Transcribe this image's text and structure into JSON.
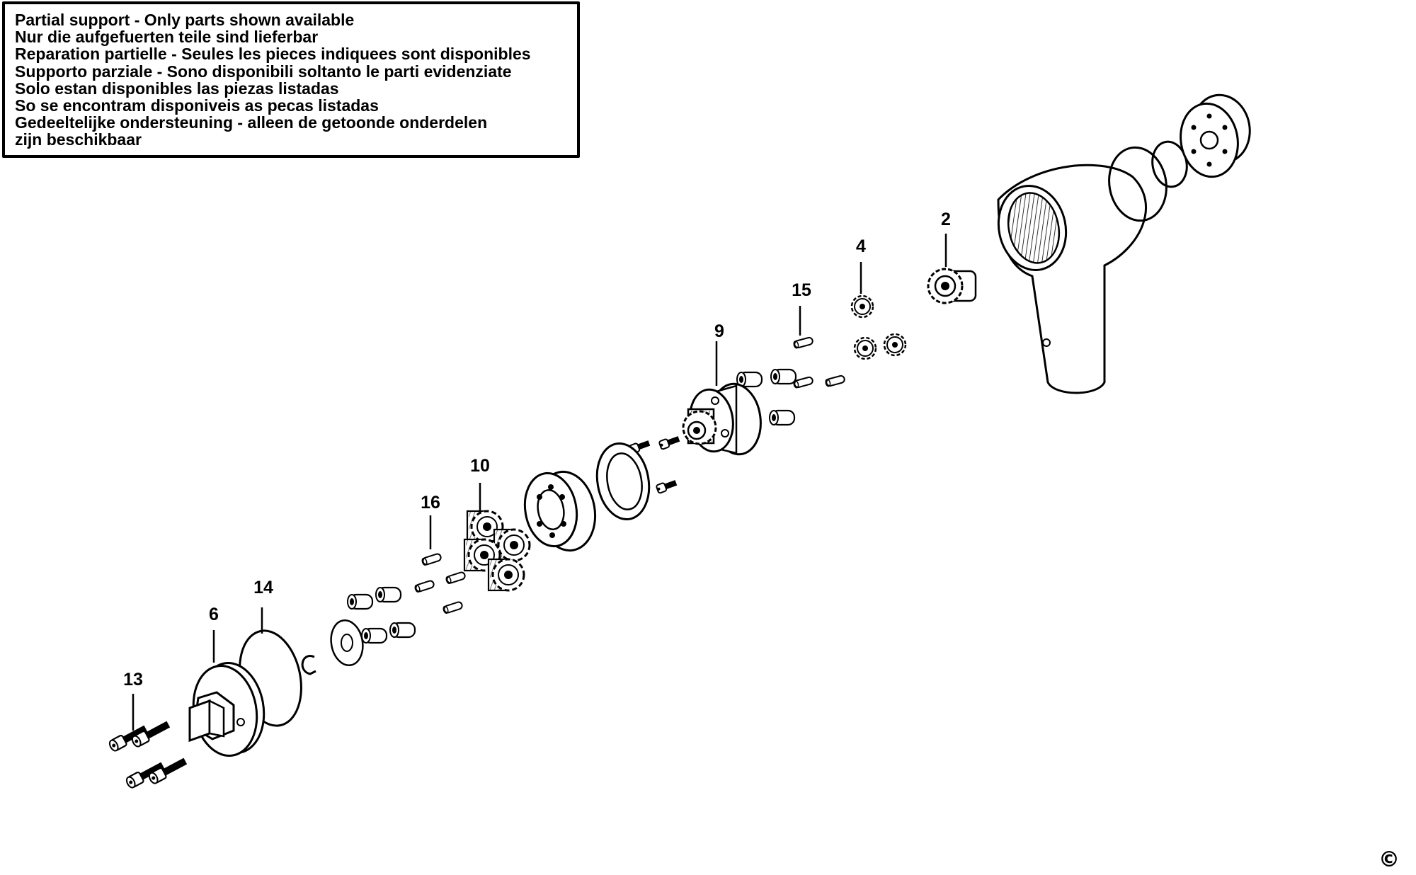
{
  "notice": {
    "lines": [
      "Partial support - Only parts shown available",
      "Nur die aufgefuerten teile sind lieferbar",
      "Reparation partielle - Seules les pieces indiquees sont disponibles",
      "Supporto parziale - Sono disponibili soltanto le parti evidenziate",
      "Solo estan disponibles las piezas listadas",
      "So se encontram disponiveis as pecas listadas",
      "Gedeeltelijke ondersteuning - alleen de getoonde onderdelen",
      "zijn beschikbaar"
    ]
  },
  "callouts": {
    "part_2": "2",
    "part_4": "4",
    "part_15": "15",
    "part_9": "9",
    "part_10": "10",
    "part_16": "16",
    "part_14": "14",
    "part_6": "6",
    "part_13": "13"
  },
  "copyright_symbol": "©"
}
